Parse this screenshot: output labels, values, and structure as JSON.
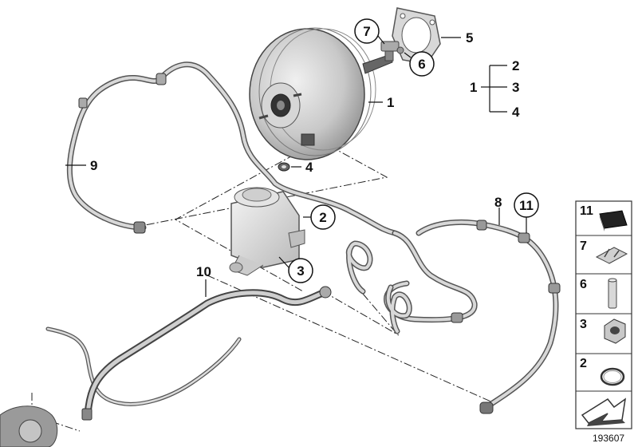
{
  "callouts": {
    "booster": "1",
    "gasket": "5",
    "bracket": "7",
    "nut": "6",
    "tree_parent": "1",
    "tree_child_top": "2",
    "tree_child_mid": "3",
    "tree_child_bot": "4",
    "grommet": "4",
    "hose_left": "9",
    "reservoir_seal": "2",
    "reservoir_nut": "3",
    "hose_right": "8",
    "hose_clip": "11",
    "hose_lower": "10"
  },
  "legend": [
    {
      "num": "11",
      "icon": "foam-pad-icon"
    },
    {
      "num": "7",
      "icon": "clip-icon"
    },
    {
      "num": "6",
      "icon": "pin-icon"
    },
    {
      "num": "3",
      "icon": "hex-nut-icon"
    },
    {
      "num": "2",
      "icon": "o-ring-icon"
    },
    {
      "num": "",
      "icon": "arrow-icon"
    }
  ],
  "reference": "193607"
}
